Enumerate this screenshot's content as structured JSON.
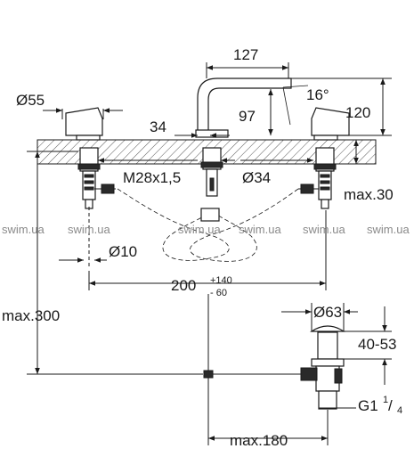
{
  "dimensions": {
    "spout_reach": "127",
    "handle_diameter": "Ø55",
    "spout_angle": "16°",
    "spout_height": "97",
    "total_height": "120",
    "valve_offset": "34",
    "thread_size": "M28x1,5",
    "flange_diameter": "Ø34",
    "max_deck_thickness": "max.30",
    "hose_diameter": "Ø10",
    "center_distance": "200",
    "center_tolerance_plus": "+140",
    "center_tolerance_minus": "- 60",
    "max_hose_length": "max.300",
    "drain_diameter": "Ø63",
    "drain_range": "40-53",
    "drain_thread": "G1",
    "drain_thread_sup": "1",
    "drain_thread_sub": "4",
    "max_rod_length": "max.180"
  },
  "watermark": [
    "swim.ua",
    "swim.ua",
    "swim.ua",
    "swim.ua",
    "swim.ua",
    "swim.ua"
  ]
}
